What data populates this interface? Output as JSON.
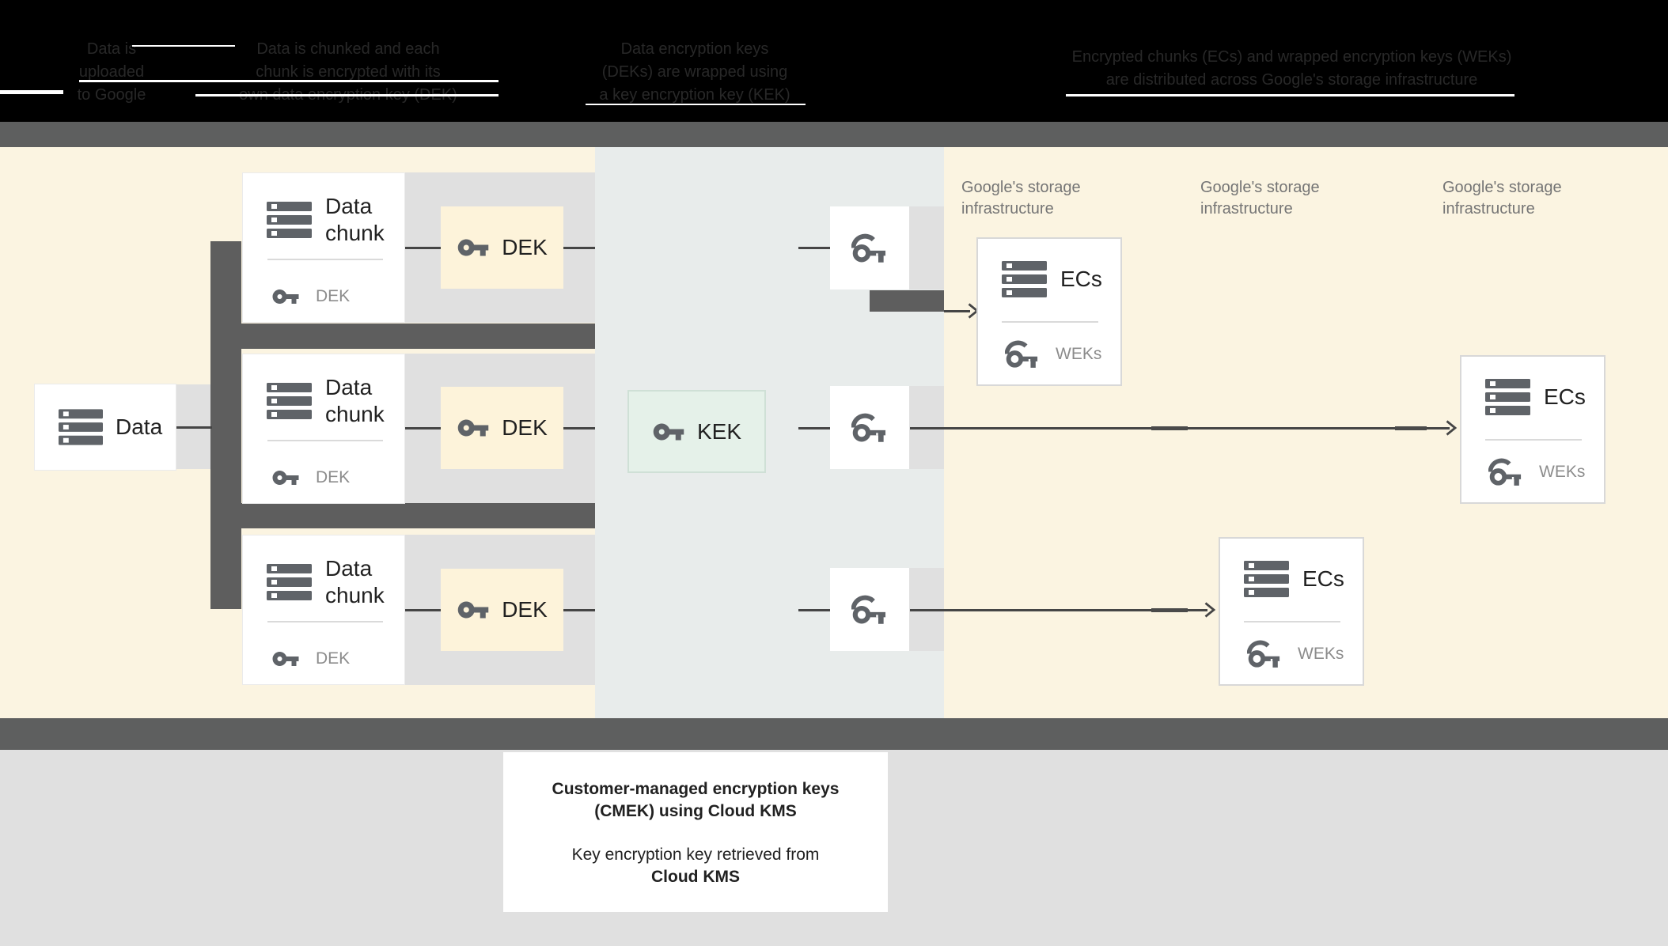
{
  "header": {
    "steps": [
      {
        "lines": [
          "Data is",
          "uploaded",
          "to Google"
        ]
      },
      {
        "lines": [
          "Data is chunked and each",
          "chunk is encrypted with its",
          "own data encryption key (DEK)"
        ]
      },
      {
        "lines": [
          "Data encryption keys",
          "(DEKs) are wrapped using",
          "a key encryption key (KEK)"
        ]
      },
      {
        "lines": [
          "Encrypted chunks (ECs) and wrapped encryption keys (WEKs)",
          "are distributed across Google's storage infrastructure"
        ]
      }
    ]
  },
  "diagram": {
    "data_label": "Data",
    "chunk_line1": "Data",
    "chunk_line2": "chunk",
    "dek_small_label": "DEK",
    "dek_label": "DEK",
    "kek_label": "KEK",
    "ecs_label": "ECs",
    "weks_label": "WEKs",
    "storage_line1": "Google's storage",
    "storage_line2": "infrastructure"
  },
  "caption": {
    "line1": "Customer-managed encryption keys",
    "line2": "(CMEK) using Cloud KMS",
    "line3": "Key encryption key retrieved from",
    "line4": "Cloud KMS"
  },
  "colors": {
    "header_bg": "#000000",
    "bar_gray": "#5e5f5f",
    "content_yellow": "#fbf4e1",
    "kms_bluegray": "#e8eceb",
    "band_gray": "#e0e0e0",
    "connector_dark": "#5e5e5e",
    "line": "#454545",
    "dek_fill": "#fdf3da",
    "kek_fill": "#e5f1e9",
    "kek_border": "#cfe0d6",
    "icon_gray": "#5f6368",
    "muted_text": "#8c8c8c",
    "storage_text": "#757575",
    "text": "#212121",
    "footer_bg": "#e0e0e0"
  }
}
